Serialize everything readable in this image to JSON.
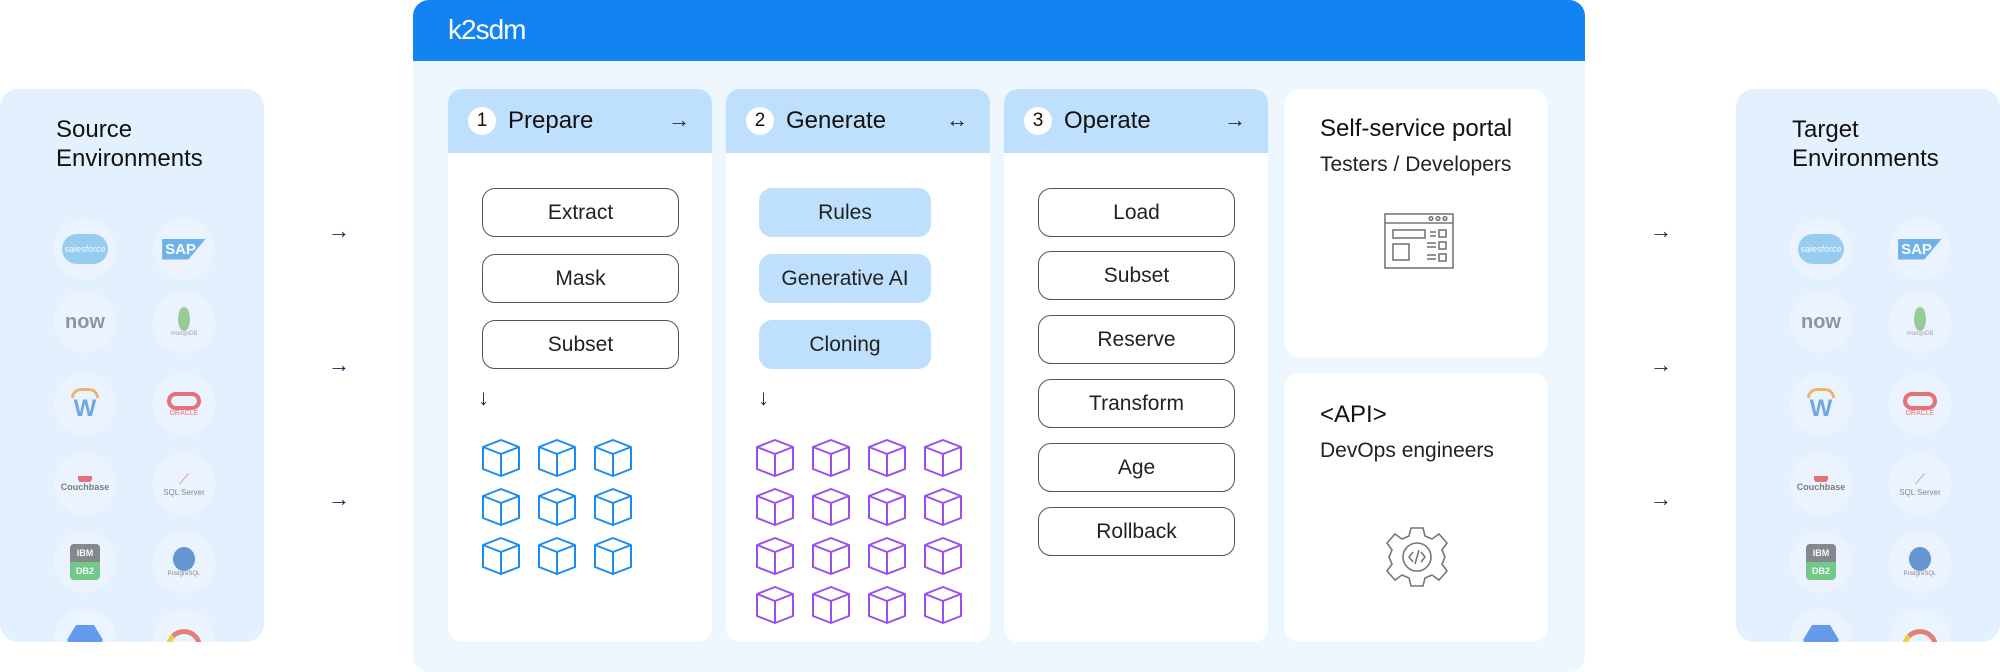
{
  "brand": "k2sdm",
  "source": {
    "title_line1": "Source",
    "title_line2": "Environments"
  },
  "target": {
    "title_line1": "Target",
    "title_line2": "Environments"
  },
  "logos": [
    "salesforce",
    "SAP",
    "now",
    "mongoDB",
    "W",
    "ORACLE",
    "Couchbase",
    "SQL Server",
    "IBM DB2",
    "PostgreSQL",
    "google-cloud-icon",
    "google-cloud-logo-icon"
  ],
  "arrows": {
    "flow": "→",
    "bidirectional": "↔",
    "down": "↓"
  },
  "columns": [
    {
      "num": "1",
      "title": "Prepare",
      "arrow": "→",
      "items": [
        "Extract",
        "Mask",
        "Subset"
      ]
    },
    {
      "num": "2",
      "title": "Generate",
      "arrow": "↔",
      "items": [
        "Rules",
        "Generative AI",
        "Cloning"
      ]
    },
    {
      "num": "3",
      "title": "Operate",
      "arrow": "→",
      "items": [
        "Load",
        "Subset",
        "Reserve",
        "Transform",
        "Age",
        "Rollback"
      ]
    }
  ],
  "portal": {
    "title": "Self-service portal",
    "subtitle": "Testers / Developers",
    "icon": "browser-window-icon"
  },
  "api": {
    "title": "<API>",
    "subtitle": "DevOps engineers",
    "icon": "gear-code-icon"
  },
  "colors": {
    "header": "#1283f0",
    "panel": "#e3f1fe",
    "stage_header": "#bfe0fc",
    "cube_prepare": "#1a8cf0",
    "cube_generate": "#9b4ef0"
  }
}
